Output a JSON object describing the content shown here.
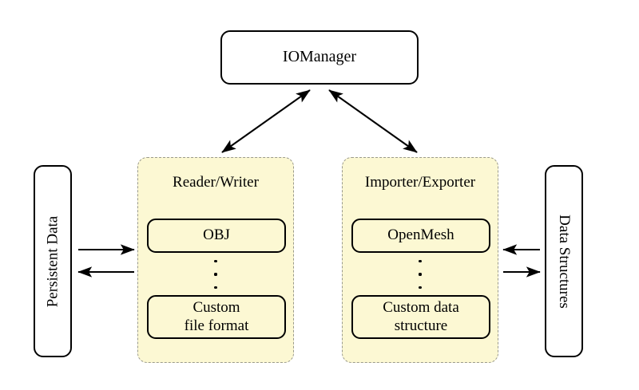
{
  "diagram": {
    "title_node": {
      "label": "IOManager"
    },
    "panels": [
      {
        "title": "Reader/Writer",
        "top_item": "OBJ",
        "ellipsis": "⋮",
        "bottom_item_line1": "Custom",
        "bottom_item_line2": "file format"
      },
      {
        "title": "Importer/Exporter",
        "top_item": "OpenMesh",
        "ellipsis": "⋮",
        "bottom_item_line1": "Custom data",
        "bottom_item_line2": "structure"
      }
    ],
    "side_nodes": [
      {
        "label": "Persistent Data"
      },
      {
        "label": "Data Structures"
      }
    ],
    "edges": [
      {
        "name": "iomanager-to-readerwriter",
        "style": "double-headed-diagonal"
      },
      {
        "name": "iomanager-to-importerexporter",
        "style": "double-headed-diagonal"
      },
      {
        "name": "persistent-data-to-readerwriter",
        "style": "single-arrow-right"
      },
      {
        "name": "readerwriter-to-persistent-data",
        "style": "single-arrow-left"
      },
      {
        "name": "data-structures-to-importerexporter",
        "style": "single-arrow-left"
      },
      {
        "name": "importerexporter-to-data-structures",
        "style": "single-arrow-right"
      }
    ],
    "colors": {
      "panel_fill": "#fcf8d3",
      "panel_border": "#9a9a8c",
      "node_border": "#000000",
      "background": "#ffffff",
      "text": "#000000"
    }
  }
}
